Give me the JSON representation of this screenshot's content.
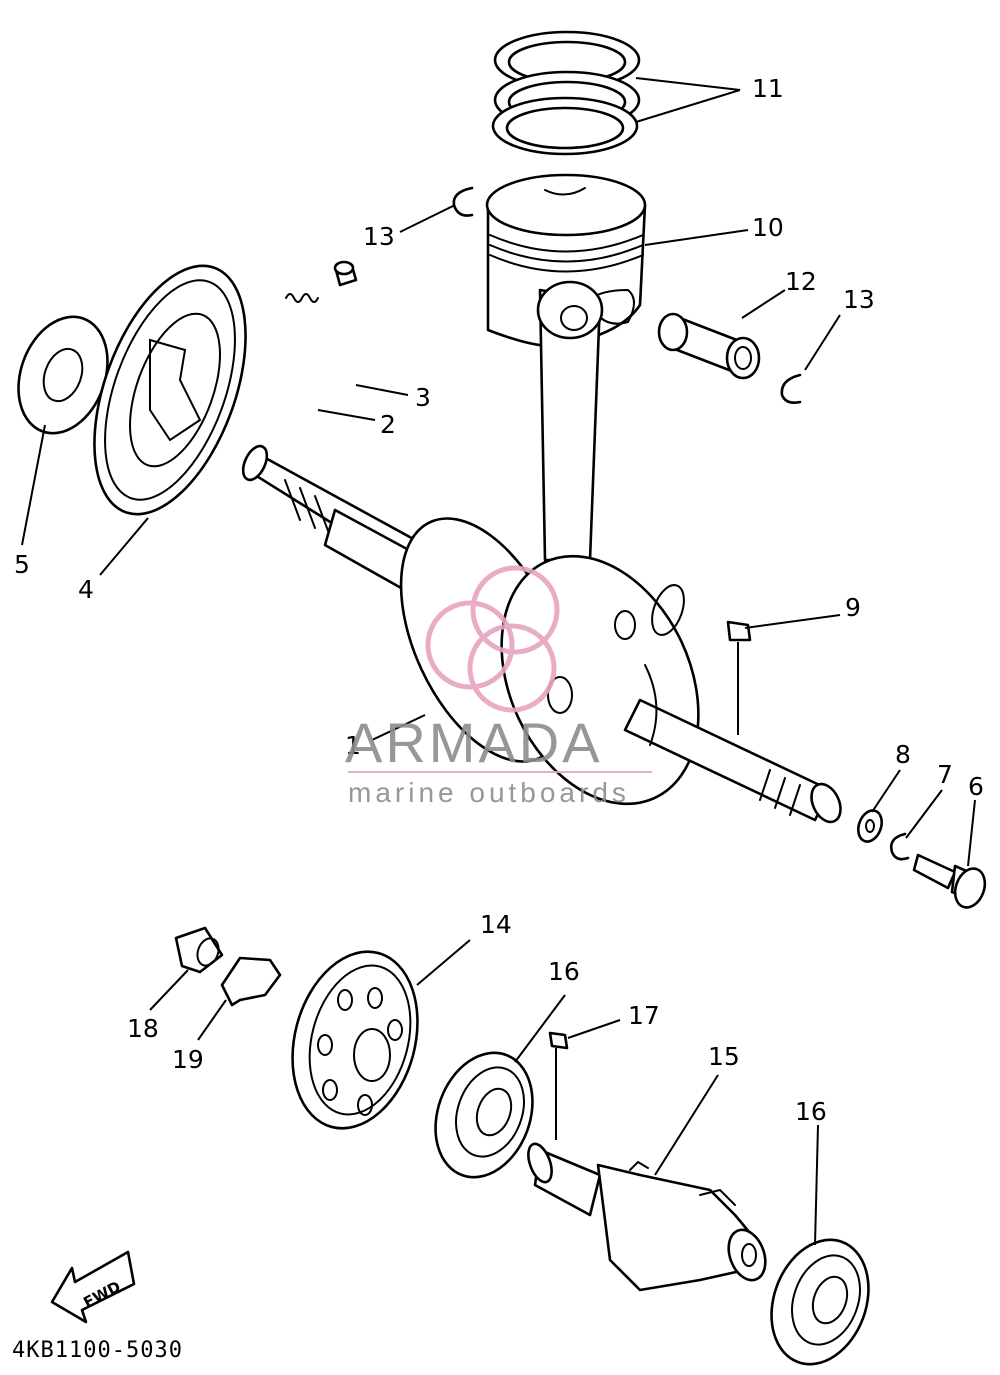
{
  "diagram": {
    "part_numbers": [
      "1",
      "2",
      "3",
      "4",
      "5",
      "6",
      "7",
      "8",
      "9",
      "10",
      "11",
      "12",
      "13",
      "13",
      "14",
      "15",
      "16",
      "16",
      "17",
      "18",
      "19"
    ],
    "drawing_code": "4KB1100-5030",
    "direction_label": "FWD"
  },
  "watermark": {
    "title": "ARMADA",
    "subtitle": "marine outboards",
    "logo_color": "#e8a3c0",
    "text_color": "#8c8c8c"
  }
}
